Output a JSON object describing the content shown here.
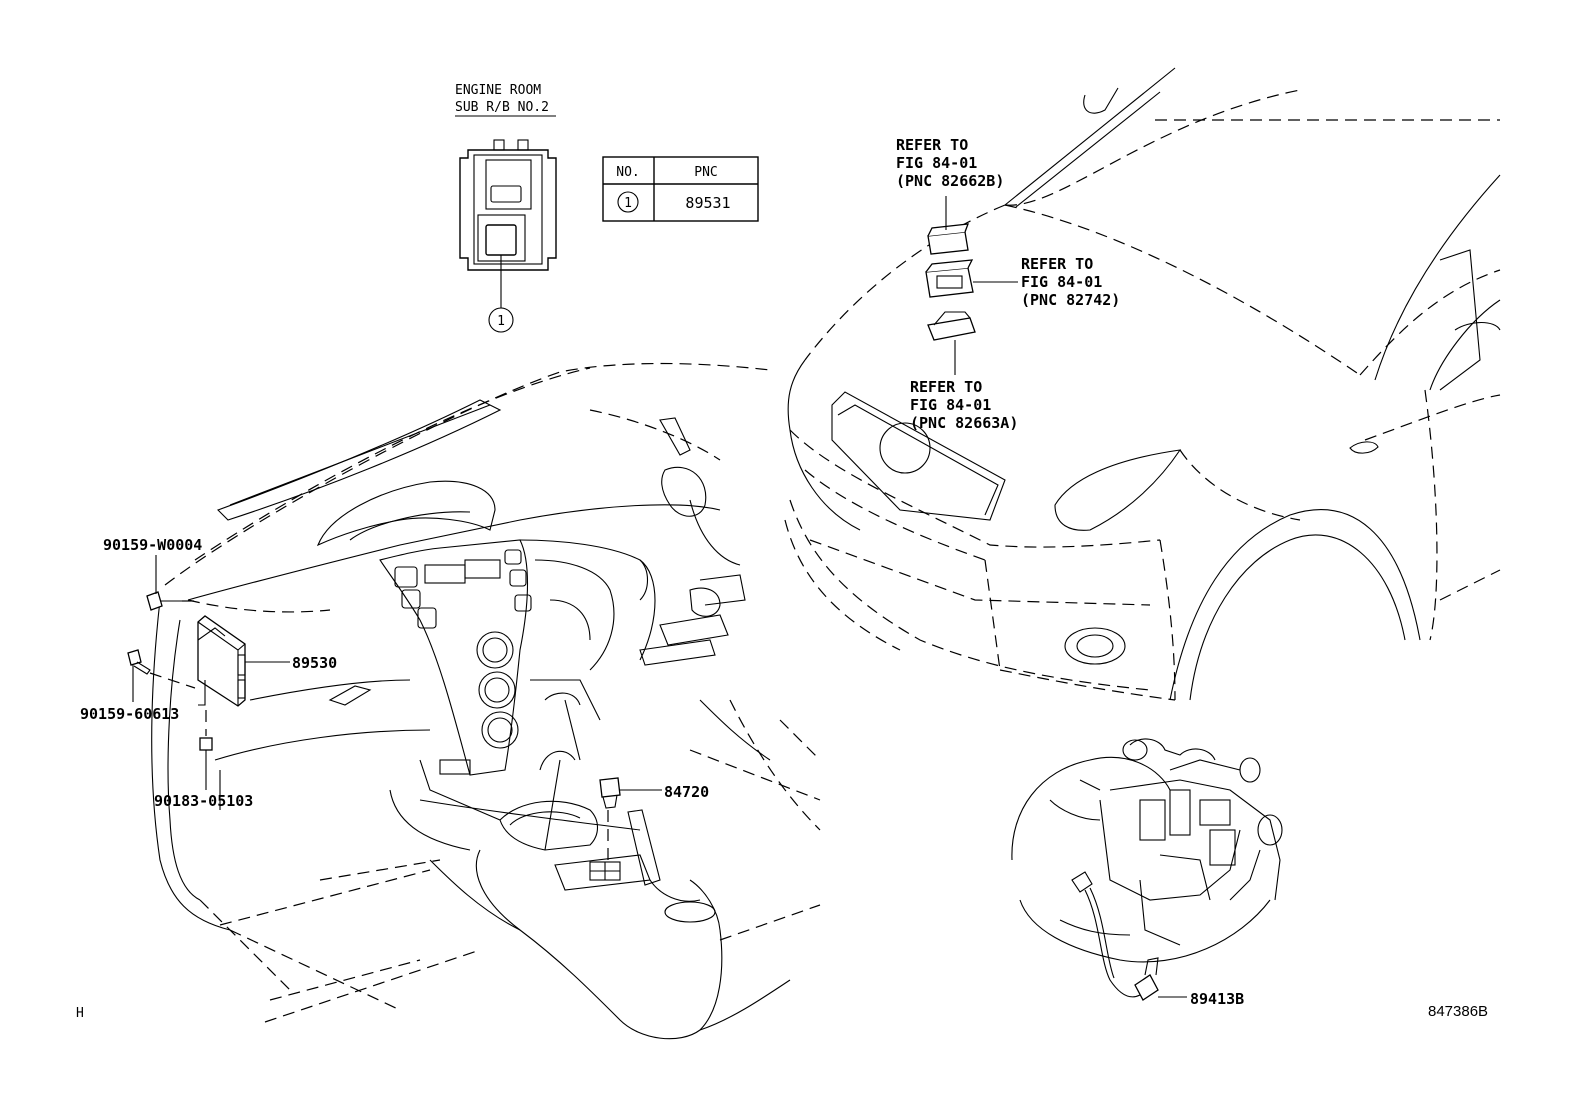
{
  "engine_room": {
    "line1": "ENGINE ROOM",
    "line2": "SUB R/B NO.2",
    "callout": "1"
  },
  "table": {
    "headers": [
      "NO.",
      "PNC"
    ],
    "rows": [
      {
        "no": "1",
        "pnc": "89531"
      }
    ]
  },
  "refer_notes": [
    {
      "line1": "REFER TO",
      "line2": "FIG 84-01",
      "line3": "(PNC 82662B)"
    },
    {
      "line1": "REFER TO",
      "line2": "FIG 84-01",
      "line3": "(PNC 82742)"
    },
    {
      "line1": "REFER TO",
      "line2": "FIG 84-01",
      "line3": "(PNC 82663A)"
    }
  ],
  "parts": {
    "p1": "90159-W0004",
    "p2": "89530",
    "p3": "90159-60613",
    "p4": "90183-05103",
    "p5": "84720",
    "p6": "89413B"
  },
  "corner_left": "H",
  "figure_id": "847386B"
}
